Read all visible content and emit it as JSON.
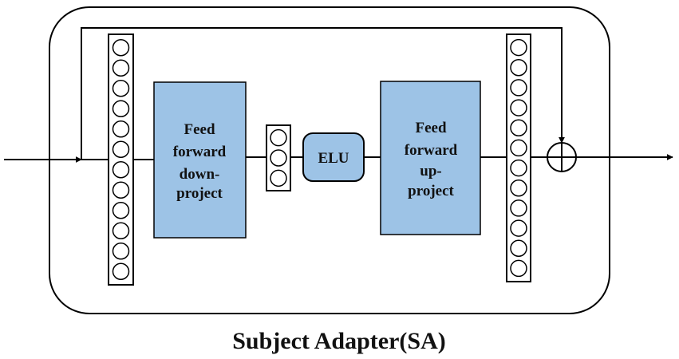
{
  "diagram": {
    "caption": "Subject Adapter(SA)",
    "blocks": {
      "down_project": {
        "lines": [
          "Feed",
          "forward",
          "down-",
          "project"
        ]
      },
      "activation": {
        "label": "ELU"
      },
      "up_project": {
        "lines": [
          "Feed",
          "forward",
          "up-",
          "project"
        ]
      }
    },
    "neuron_columns": {
      "input_neurons": 12,
      "bottleneck_neurons": 3,
      "output_neurons": 12
    },
    "colors": {
      "block_fill": "#9dc3e6",
      "stroke": "#000000",
      "background": "#ffffff"
    },
    "symbols": {
      "sum": "circle-plus-icon"
    }
  }
}
